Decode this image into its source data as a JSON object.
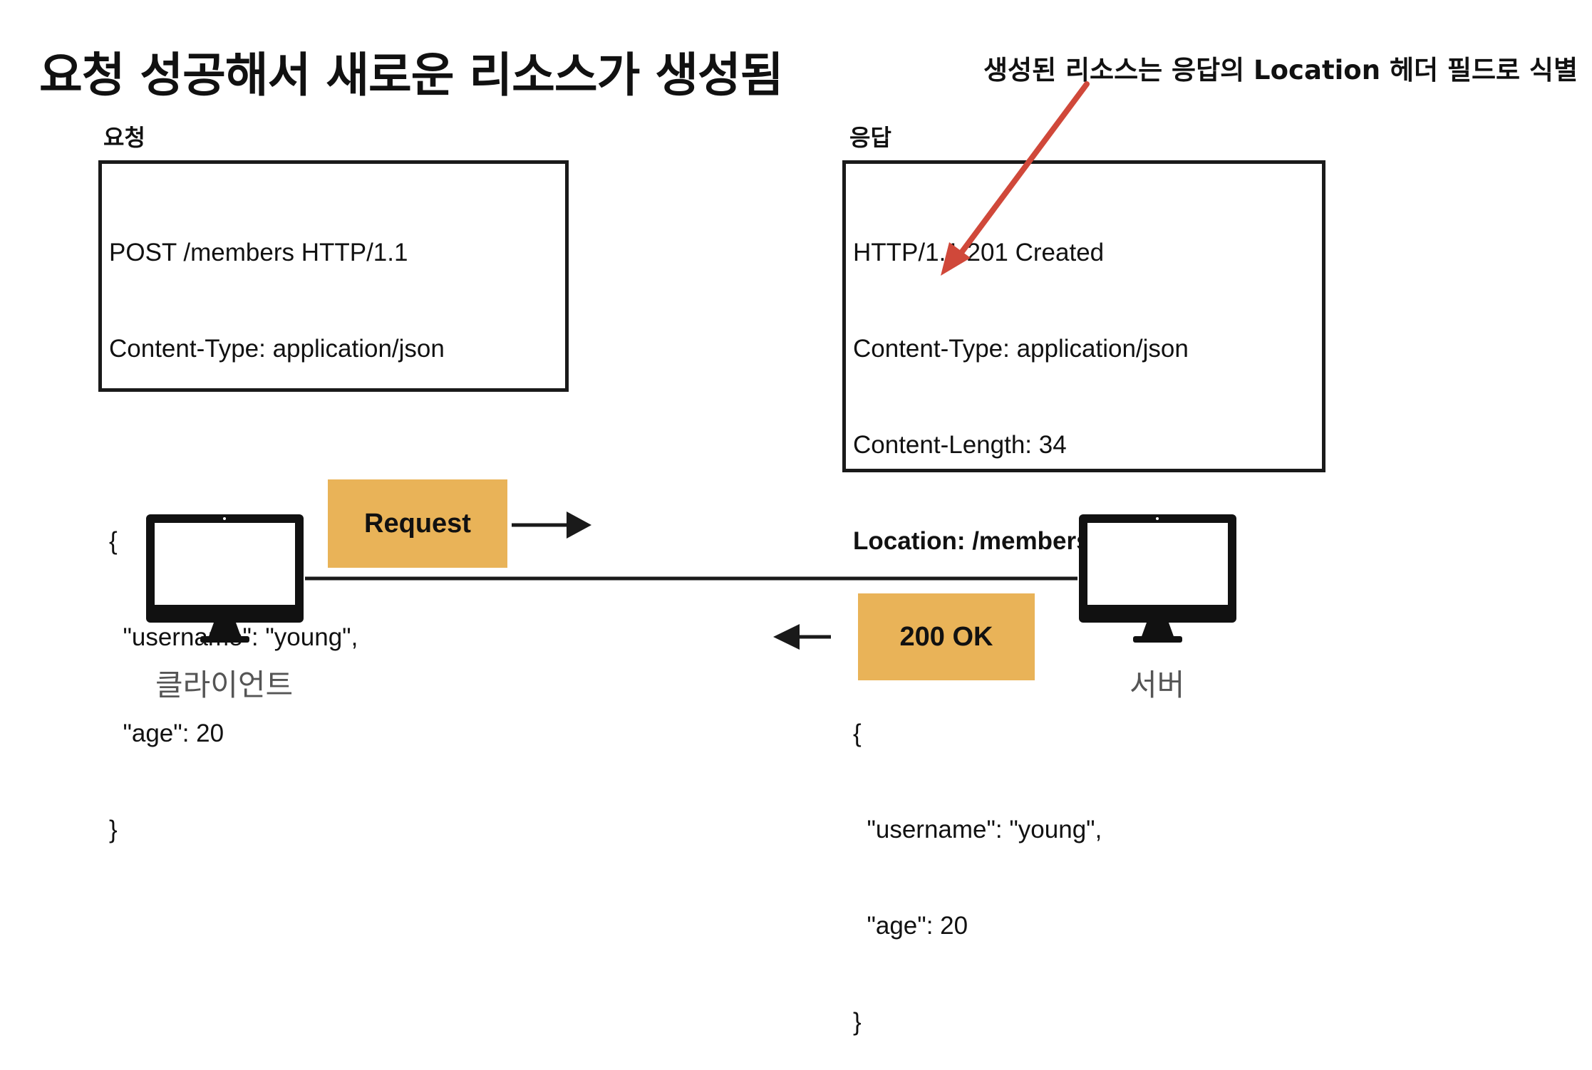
{
  "title": "요청 성공해서 새로운 리소스가 생성됨",
  "annotation": "생성된 리소스는 응답의 Location 헤더 필드로 식별",
  "request": {
    "heading": "요청",
    "lines": [
      "POST /members HTTP/1.1",
      "Content-Type: application/json",
      "",
      "{",
      "  \"username\": \"young\",",
      "  \"age\": 20",
      "}"
    ]
  },
  "response": {
    "heading": "응답",
    "lines": [
      "HTTP/1.1 201 Created",
      "Content-Type: application/json",
      "Content-Length: 34",
      "Location: /members/100",
      "",
      "{",
      "  \"username\": \"young\",",
      "  \"age\": 20",
      "}"
    ]
  },
  "request_tag": "Request",
  "response_tag": "200 OK",
  "client_label": "클라이언트",
  "server_label": "서버",
  "colors": {
    "tag": "#e9b358",
    "arrow": "#d0483a"
  },
  "icons": {
    "client": "monitor-icon",
    "server": "monitor-icon"
  }
}
